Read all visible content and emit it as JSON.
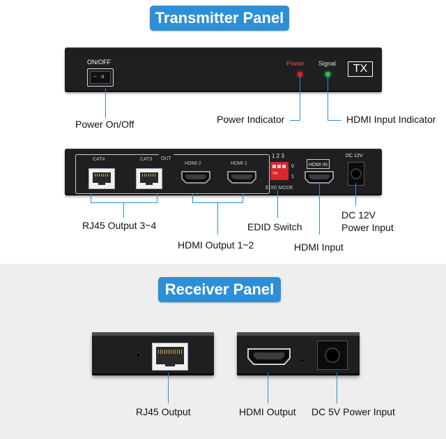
{
  "transmitter": {
    "title": "Transmitter Panel",
    "front": {
      "switch_label": "ON/OFF",
      "power_led_label": "Power",
      "signal_led_label": "Signal",
      "badge": "TX"
    },
    "back": {
      "out_label": "OUT",
      "cat4_label": "CAT4",
      "cat3_label": "CAT3",
      "hdmi2_label": "HDMI 2",
      "hdmi1_label": "HDMI 1",
      "dip_numbers": "1 2 3",
      "dip_on_label": "ON",
      "dip_pos_0": "0",
      "dip_pos_1": "1",
      "edid_mode_label": "EDID MODE",
      "hdmi_in_label": "HDMI IN",
      "dc_label": "DC 12V"
    },
    "callouts": {
      "power_onoff": "Power On/Off",
      "power_indicator": "Power Indicator",
      "hdmi_input_indicator": "HDMI Input Indicator",
      "rj45_output": "RJ45 Output 3~4",
      "hdmi_output": "HDMI Output 1~2",
      "edid_switch": "EDID Switch",
      "hdmi_input": "HDMI Input",
      "dc12v_line1": "DC 12V",
      "dc12v_line2": "Power Input"
    }
  },
  "receiver": {
    "title": "Receiver Panel",
    "callouts": {
      "rj45_output": "RJ45 Output",
      "hdmi_output": "HDMI Output",
      "dc5v": "DC 5V Power Input"
    }
  },
  "colors": {
    "accent": "#2e8fd6",
    "panel": "#1f1f22",
    "power_led": "#e0201c",
    "signal_led": "#27c24c"
  },
  "icons": [
    "power-switch-icon",
    "power-led-icon",
    "signal-led-icon",
    "rj45-port-icon",
    "hdmi-port-icon",
    "dip-switch-icon",
    "dc-jack-icon"
  ]
}
